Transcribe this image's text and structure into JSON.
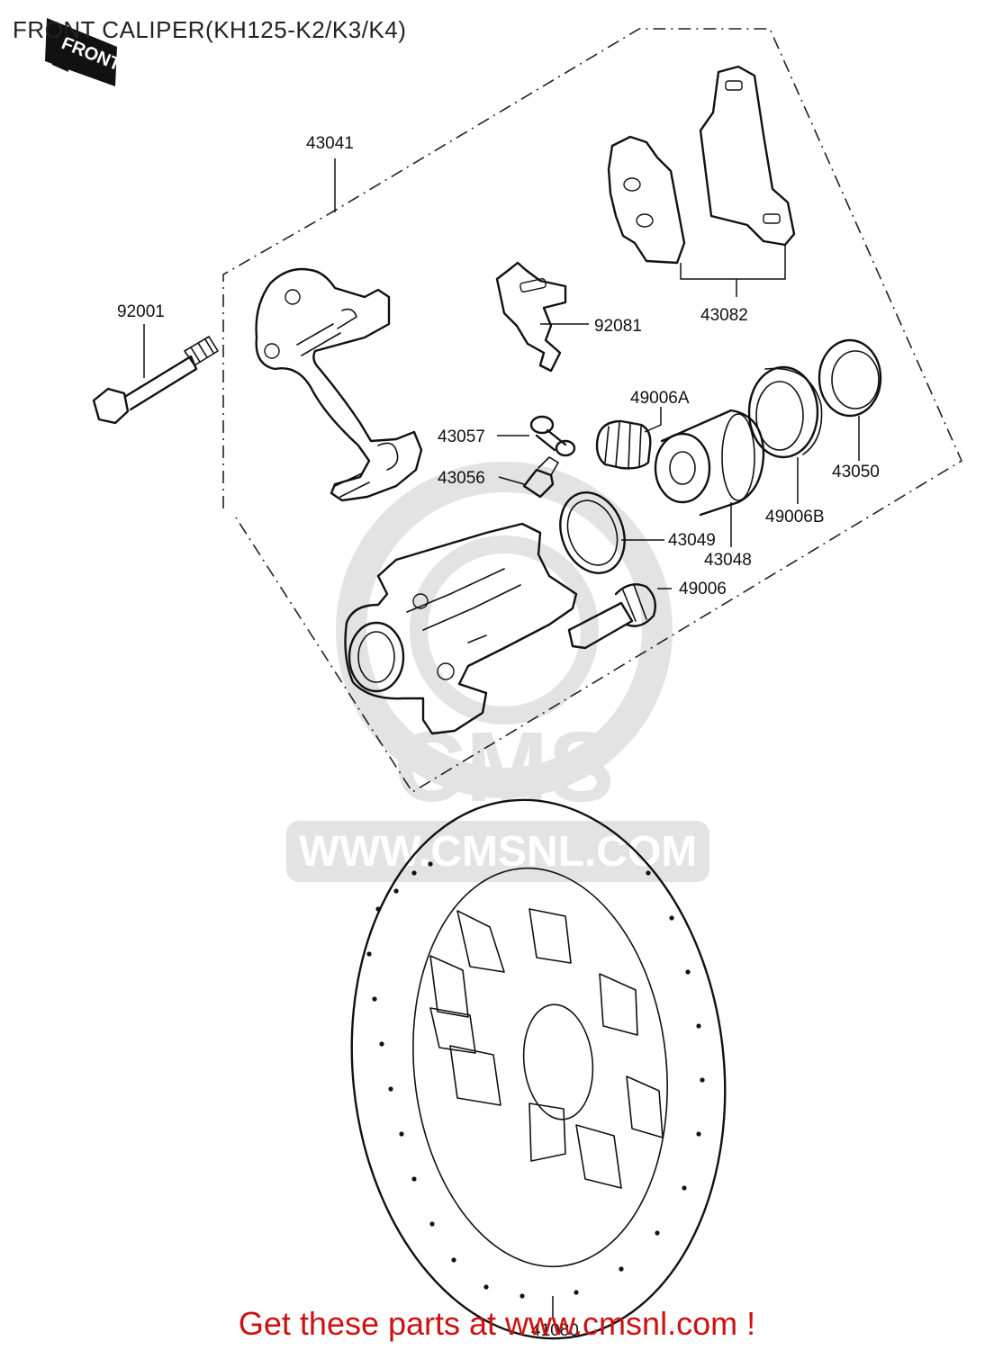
{
  "title": "FRONT CALIPER(KH125-K2/K3/K4)",
  "front_badge": "FRONT",
  "footer": "Get these parts at www.cmsnl.com !",
  "watermark": {
    "brand": "CMS",
    "site": "WWW.CMSNL.COM"
  },
  "parts": {
    "p43041": "43041",
    "p92001": "92001",
    "p92081": "92081",
    "p43082": "43082",
    "p49006A": "49006A",
    "p43057": "43057",
    "p43056": "43056",
    "p43050": "43050",
    "p49006B": "49006B",
    "p43049": "43049",
    "p43048": "43048",
    "p49006": "49006",
    "p41080": "41080"
  }
}
